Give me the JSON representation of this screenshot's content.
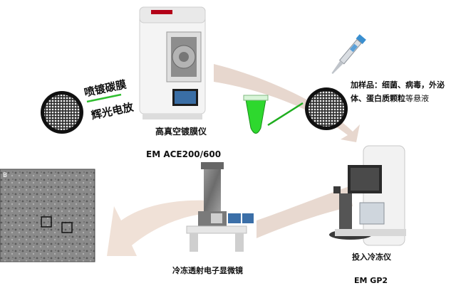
{
  "steps": {
    "coater_name": "高真空镀膜仪",
    "coater_model": "EM ACE200/600",
    "plunger_name": "投入冷冻仪",
    "plunger_model": "EM GP2",
    "microscope_name": "冷冻透射电子显微镜"
  },
  "grid_labels": {
    "coating": "喷镀碳膜",
    "glow": "辉光电放"
  },
  "sample_note": {
    "lead": "加样品：",
    "items": "细菌、病毒，外泌体、蛋白质颗粒",
    "tail": "等悬液"
  },
  "micrograph": {
    "panel_letter": "B"
  },
  "colors": {
    "arrow": "#e6d5cb",
    "tube": "#2ed82e",
    "grid_line": "#1fae1f",
    "underline": "#2fbe2f"
  }
}
